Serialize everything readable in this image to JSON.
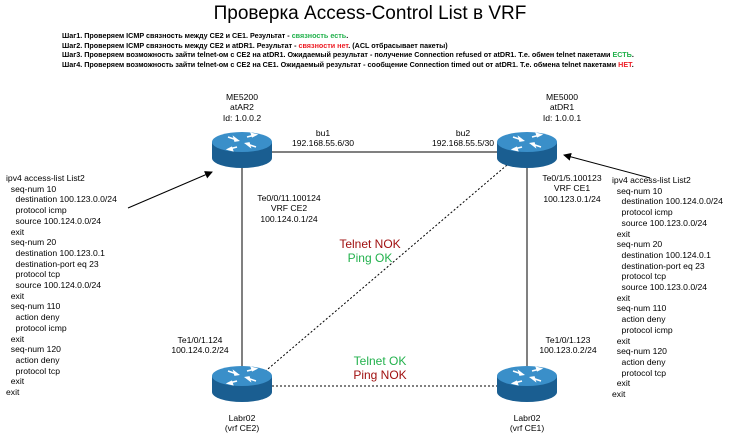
{
  "title": "Проверка Access-Control List в VRF",
  "steps": [
    {
      "text": "Шаг1. Проверяем ICMP связность между CE2 и CE1. Результат - ",
      "highlight": "связность есть",
      "highlight_color": "green",
      "suffix": "."
    },
    {
      "text": "Шаг2. Проверяем ICMP связность между CE2 и atDR1. Результат - ",
      "highlight": "связности нет",
      "highlight_color": "red",
      "suffix": ". (ACL отбрасывает пакеты)"
    },
    {
      "text": "Шаг3. Проверяем возможность зайти telnet-ом с CE2 на atDR1. Ожидаемый результат - получение Connection refused от atDR1. Т.е. обмен telnet пакетами ",
      "highlight": "ЕСТЬ",
      "highlight_color": "green",
      "suffix": "."
    },
    {
      "text": "Шаг4. Проверяем возможность зайти telnet-ом с CE2 на CE1. Ожидаемый результат - сообщение Connection timed out от atDR1. Т.е. обмена telnet пакетами ",
      "highlight": "НЕТ",
      "highlight_color": "red",
      "suffix": "."
    }
  ],
  "routers": {
    "atar2": {
      "line1": "ME5200",
      "line2": "atAR2",
      "line3": "Id: 1.0.0.2"
    },
    "atdr1": {
      "line1": "ME5000",
      "line2": "atDR1",
      "line3": "Id: 1.0.0.1"
    },
    "labr_ce2": {
      "line1": "Labr02",
      "line2": "(vrf CE2)"
    },
    "labr_ce1": {
      "line1": "Labr02",
      "line2": "(vrf CE1)"
    }
  },
  "links": {
    "bu1": {
      "name": "bu1",
      "ip": "192.168.55.6/30"
    },
    "bu2": {
      "name": "bu2",
      "ip": "192.168.55.5/30"
    },
    "te_atar2": {
      "line1": "Te0/0/11.100124",
      "line2": "VRF CE2",
      "line3": "100.124.0.1/24"
    },
    "te_atdr1": {
      "line1": "Te0/1/5.100123",
      "line2": "VRF CE1",
      "line3": "100.123.0.1/24"
    },
    "te_ce2": {
      "line1": "Te1/0/1.124",
      "line2": "100.124.0.2/24"
    },
    "te_ce1": {
      "line1": "Te1/0/1.123",
      "line2": "100.123.0.2/24"
    }
  },
  "results": {
    "diag_telnet": "Telnet NOK",
    "diag_ping": "Ping OK",
    "bottom_telnet": "Telnet OK",
    "bottom_ping": "Ping NOK"
  },
  "acl_left": "ipv4 access-list List2\n  seq-num 10\n    destination 100.123.0.0/24\n    protocol icmp\n    source 100.124.0.0/24\n  exit\n  seq-num 20\n    destination 100.123.0.1\n    destination-port eq 23\n    protocol tcp\n    source 100.124.0.0/24\n  exit\n  seq-num 110\n    action deny\n    protocol icmp\n  exit\n  seq-num 120\n    action deny\n    protocol tcp\n  exit\nexit",
  "acl_right": "ipv4 access-list List2\n  seq-num 10\n    destination 100.124.0.0/24\n    protocol icmp\n    source 100.123.0.0/24\n  exit\n  seq-num 20\n    destination 100.124.0.1\n    destination-port eq 23\n    protocol tcp\n    source 100.123.0.0/24\n  exit\n  seq-num 110\n    action deny\n    protocol icmp\n  exit\n  seq-num 120\n    action deny\n    protocol tcp\n  exit\nexit",
  "colors": {
    "router_fill": "#1f6fa8",
    "router_top": "#3a8fc9",
    "ok": "#22b14c",
    "nok": "#a01010",
    "dotted_diag": "#22b14c"
  }
}
